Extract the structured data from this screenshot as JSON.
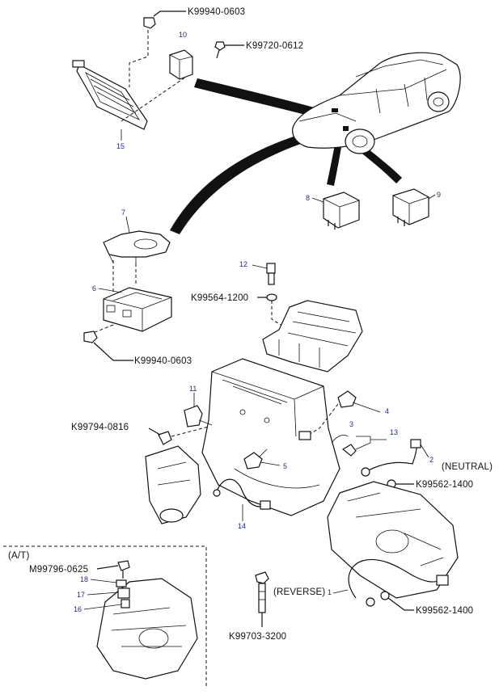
{
  "callouts": {
    "k99940_0603_top": "K99940-0603",
    "k99720_0612": "K99720-0612",
    "k99564_1200": "K99564-1200",
    "k99940_0603_mid": "K99940-0603",
    "k99794_0816": "K99794-0816",
    "neutral": "(NEUTRAL)",
    "k99562_1400_a": "K99562-1400",
    "k99562_1400_b": "K99562-1400",
    "reverse": "(REVERSE)",
    "k99703_3200": "K99703-3200",
    "at": "(A/T)",
    "m99796_0625": "M99796-0625"
  },
  "item_numbers": {
    "n1": "1",
    "n2": "2",
    "n3": "3",
    "n4": "4",
    "n5": "5",
    "n6": "6",
    "n7": "7",
    "n8": "8",
    "n9": "9",
    "n10": "10",
    "n11": "11",
    "n12": "12",
    "n13": "13",
    "n14": "14",
    "n15": "15",
    "n16": "16",
    "n17": "17",
    "n18": "18"
  },
  "colors": {
    "line": "#111111",
    "item_number": "#1a2a9a",
    "background": "#ffffff"
  }
}
